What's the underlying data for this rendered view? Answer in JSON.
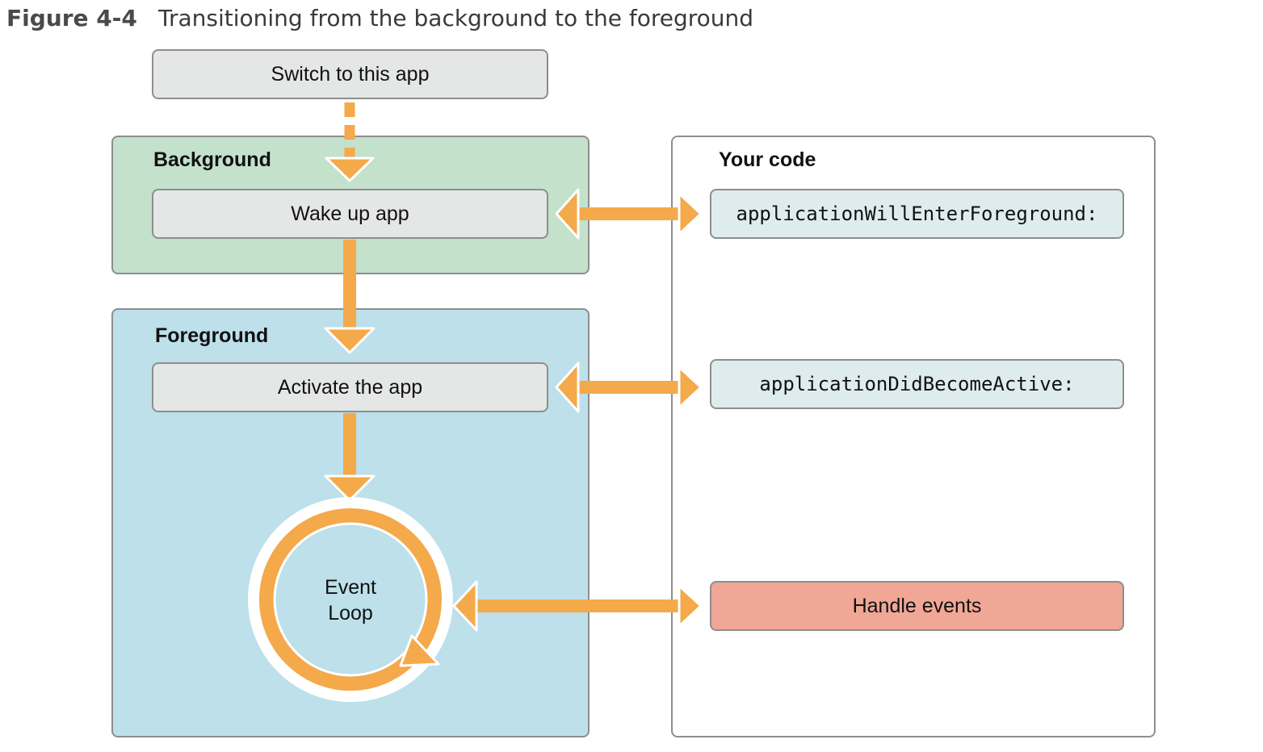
{
  "figure": {
    "number": "Figure 4-4",
    "title": "Transitioning from the background to the foreground"
  },
  "regions": {
    "background": "Background",
    "foreground": "Foreground",
    "your_code": "Your code"
  },
  "boxes": {
    "switch": "Switch to this app",
    "wake": "Wake up app",
    "activate": "Activate the app",
    "will_enter": "applicationWillEnterForeground:",
    "did_become": "applicationDidBecomeActive:",
    "handle": "Handle events"
  },
  "event_loop": {
    "line1": "Event",
    "line2": "Loop"
  },
  "colors": {
    "arrow": "#f4a94a",
    "background_region": "#c3e1cb",
    "foreground_region": "#bde0ea",
    "step_box": "#e5e6e6",
    "code_box": "#deecee",
    "handle_box": "#f0a796"
  }
}
